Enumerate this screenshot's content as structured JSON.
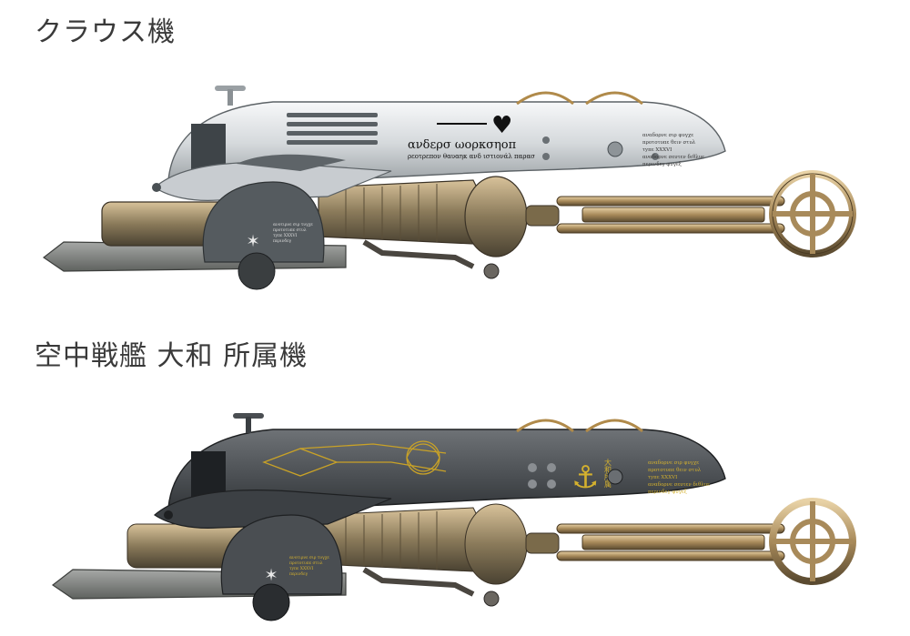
{
  "sections": [
    {
      "heading": "クラウス機",
      "scheme": {
        "hull_light": "#eef0f2",
        "hull_mid": "#b9bec3",
        "hull_dark": "#6e7479",
        "trim": "#b08a4a",
        "marking": "#111111"
      },
      "markings": {
        "script_line": "ανδερσ ωορκσηοπ",
        "script_sub": "ρεοτρεπον θαυαηκ ανδ ιστιονάλ παρασ",
        "data_block": [
          "αναδορνε σιρ φυγχε",
          "προτοτυπε θειν στυλ",
          "τyπε XXXVI",
          "αναδορνε σευτεν διθλυε",
          "περινδεγ φυγεξ"
        ],
        "emblem_text": [
          "ανοτιρνε σιρ τυγχε",
          "προτοτυπε στυλ",
          "τyπε XXXVI",
          "περινδεγ"
        ]
      }
    },
    {
      "heading": "空中戦艦 大和 所属機",
      "scheme": {
        "hull_light": "#5e6266",
        "hull_mid": "#45494d",
        "hull_dark": "#2a2d30",
        "trim": "#c9a227",
        "marking": "#d4b12e"
      },
      "markings": {
        "data_block": [
          "αναδορνε σιρ φυγχε",
          "προτοτυπε θειν στυλ",
          "τyπε XXXVI",
          "αναδορνε σευτεν διθλυε",
          "περινδεγ φυγεξ"
        ],
        "emblem_text": [
          "ανοτιρνε σιρ τυγχε",
          "προτοτυπε στυλ",
          "τyπε XXXVI",
          "περινδεγ"
        ],
        "vertical_text": "大和所属"
      }
    }
  ]
}
